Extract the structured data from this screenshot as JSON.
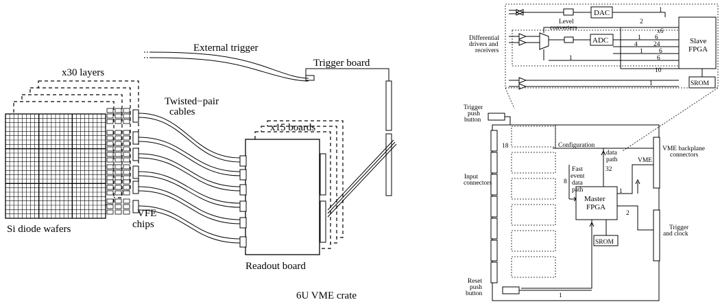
{
  "left": {
    "external_trigger": "External trigger",
    "trigger_board": "Trigger board",
    "layers": "x30 layers",
    "twisted_pair_1": "Twisted−pair",
    "twisted_pair_2": "cables",
    "boards": "x15 boards",
    "vfe_1": "VFE",
    "vfe_2": "chips",
    "si_wafers": "Si diode wafers",
    "readout_board": "Readout board",
    "vme_crate": "6U VME crate"
  },
  "right": {
    "dac": "DAC",
    "adc": "ADC",
    "level_1": "Level",
    "level_2": "converters",
    "diff_1": "Differential",
    "diff_2": "drivers and",
    "diff_3": "receivers",
    "x6": "x6",
    "slave_1": "Slave",
    "slave_2": "FPGA",
    "srom_top": "SROM",
    "n_1a": "1",
    "n_2": "2",
    "n_1b": "1",
    "n_6a": "6",
    "n_4": "4",
    "n_24": "24",
    "n_1c": "1",
    "n_6b": "6",
    "n_6c": "6",
    "n_1d": "1",
    "n_10": "10",
    "n_1e": "1",
    "trigger_push_1": "Trigger",
    "trigger_push_2": "push",
    "trigger_push_3": "button",
    "n_18": "18",
    "input_1": "Input",
    "input_2": "connectors",
    "config_1": "Configuration",
    "config_2": "data",
    "config_3": "path",
    "fast_1": "Fast",
    "fast_2": "event",
    "fast_3": "data",
    "fast_4": "path",
    "n_32": "32",
    "n_8": "8",
    "vme": "VME",
    "vme_bp_1": "VME backplane",
    "vme_bp_2": "connectors",
    "master_1": "Master",
    "master_2": "FPGA",
    "n_1f": "1",
    "n_2b": "2",
    "srom_bottom": "SROM",
    "trig_clk_1": "Trigger",
    "trig_clk_2": "and clock",
    "reset_1": "Reset",
    "reset_2": "push",
    "reset_3": "button",
    "n_1g": "1"
  }
}
